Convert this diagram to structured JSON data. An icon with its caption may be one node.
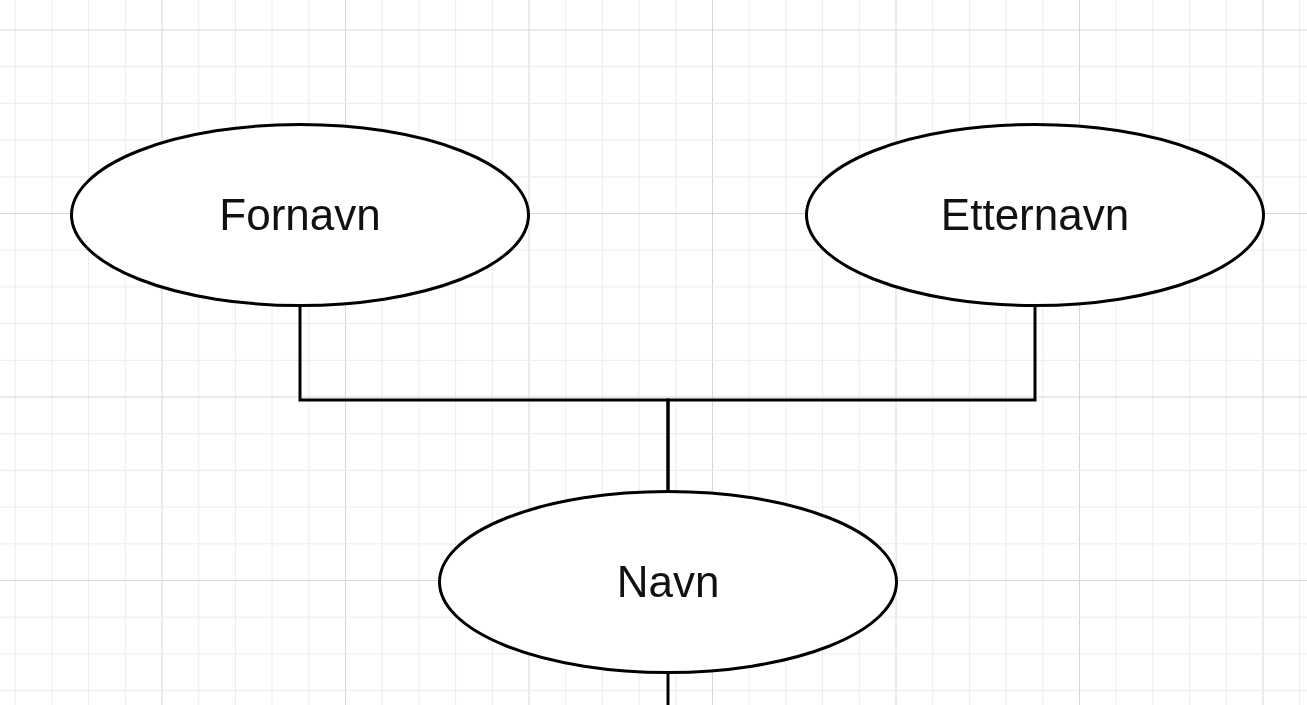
{
  "diagram": {
    "nodes": [
      {
        "text": [
          "Fornavn"
        ]
      },
      {
        "text": [
          "Etternavn"
        ]
      },
      {
        "text": [
          "Navn"
        ]
      }
    ],
    "edges": [
      {
        "from": 0,
        "to": 2,
        "arrow": "none"
      },
      {
        "from": 1,
        "to": 2,
        "arrow": "none"
      },
      {
        "from": 2,
        "to": null,
        "arrow": "none"
      }
    ]
  }
}
